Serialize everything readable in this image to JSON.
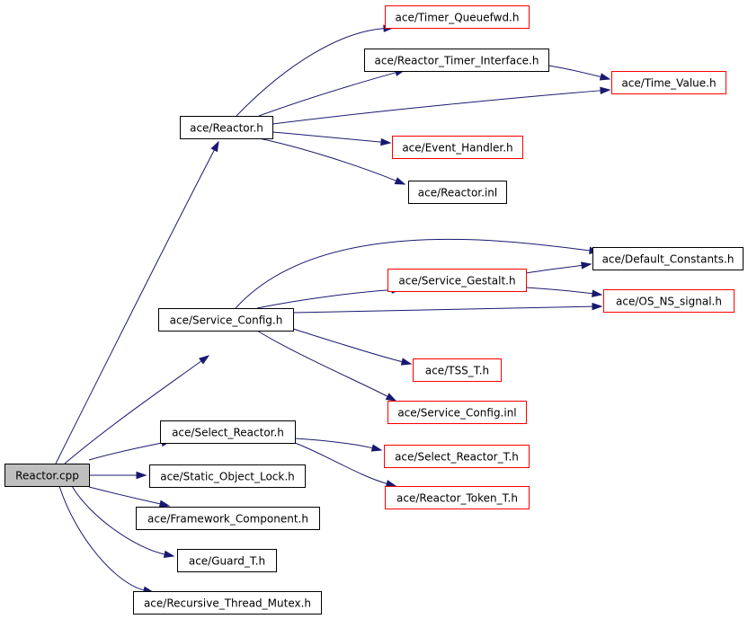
{
  "diagram": {
    "colors": {
      "edge": "#191970",
      "root_fill": "#bfbfbf",
      "node_fill": "#ffffff",
      "border_default": "#000000",
      "border_external": "#ff0000"
    },
    "nodes": [
      {
        "id": "reactor_cpp",
        "label": "Reactor.cpp",
        "kind": "root"
      },
      {
        "id": "reactor_h",
        "label": "ace/Reactor.h",
        "kind": "default"
      },
      {
        "id": "timer_queuefwd_h",
        "label": "ace/Timer_Queuefwd.h",
        "kind": "external"
      },
      {
        "id": "reactor_timer_interface_h",
        "label": "ace/Reactor_Timer_Interface.h",
        "kind": "default"
      },
      {
        "id": "time_value_h",
        "label": "ace/Time_Value.h",
        "kind": "external"
      },
      {
        "id": "event_handler_h",
        "label": "ace/Event_Handler.h",
        "kind": "external"
      },
      {
        "id": "reactor_inl",
        "label": "ace/Reactor.inl",
        "kind": "default"
      },
      {
        "id": "default_constants_h",
        "label": "ace/Default_Constants.h",
        "kind": "default"
      },
      {
        "id": "service_gestalt_h",
        "label": "ace/Service_Gestalt.h",
        "kind": "external"
      },
      {
        "id": "os_ns_signal_h",
        "label": "ace/OS_NS_signal.h",
        "kind": "external"
      },
      {
        "id": "service_config_h",
        "label": "ace/Service_Config.h",
        "kind": "default"
      },
      {
        "id": "tss_t_h",
        "label": "ace/TSS_T.h",
        "kind": "external"
      },
      {
        "id": "service_config_inl",
        "label": "ace/Service_Config.inl",
        "kind": "external"
      },
      {
        "id": "select_reactor_h",
        "label": "ace/Select_Reactor.h",
        "kind": "default"
      },
      {
        "id": "select_reactor_t_h",
        "label": "ace/Select_Reactor_T.h",
        "kind": "external"
      },
      {
        "id": "static_object_lock_h",
        "label": "ace/Static_Object_Lock.h",
        "kind": "default"
      },
      {
        "id": "reactor_token_t_h",
        "label": "ace/Reactor_Token_T.h",
        "kind": "external"
      },
      {
        "id": "framework_component_h",
        "label": "ace/Framework_Component.h",
        "kind": "default"
      },
      {
        "id": "guard_t_h",
        "label": "ace/Guard_T.h",
        "kind": "default"
      },
      {
        "id": "recursive_thread_mutex_h",
        "label": "ace/Recursive_Thread_Mutex.h",
        "kind": "default"
      }
    ],
    "edges": [
      {
        "from": "reactor_cpp",
        "to": "reactor_h"
      },
      {
        "from": "reactor_cpp",
        "to": "service_config_h"
      },
      {
        "from": "reactor_cpp",
        "to": "select_reactor_h"
      },
      {
        "from": "reactor_cpp",
        "to": "static_object_lock_h"
      },
      {
        "from": "reactor_cpp",
        "to": "framework_component_h"
      },
      {
        "from": "reactor_cpp",
        "to": "guard_t_h"
      },
      {
        "from": "reactor_cpp",
        "to": "recursive_thread_mutex_h"
      },
      {
        "from": "reactor_h",
        "to": "timer_queuefwd_h"
      },
      {
        "from": "reactor_h",
        "to": "reactor_timer_interface_h"
      },
      {
        "from": "reactor_h",
        "to": "time_value_h"
      },
      {
        "from": "reactor_h",
        "to": "event_handler_h"
      },
      {
        "from": "reactor_h",
        "to": "reactor_inl"
      },
      {
        "from": "reactor_timer_interface_h",
        "to": "time_value_h"
      },
      {
        "from": "service_config_h",
        "to": "default_constants_h"
      },
      {
        "from": "service_config_h",
        "to": "service_gestalt_h"
      },
      {
        "from": "service_config_h",
        "to": "os_ns_signal_h"
      },
      {
        "from": "service_config_h",
        "to": "tss_t_h"
      },
      {
        "from": "service_config_h",
        "to": "service_config_inl"
      },
      {
        "from": "service_gestalt_h",
        "to": "default_constants_h"
      },
      {
        "from": "service_gestalt_h",
        "to": "os_ns_signal_h"
      },
      {
        "from": "select_reactor_h",
        "to": "select_reactor_t_h"
      },
      {
        "from": "select_reactor_h",
        "to": "reactor_token_t_h"
      }
    ]
  }
}
